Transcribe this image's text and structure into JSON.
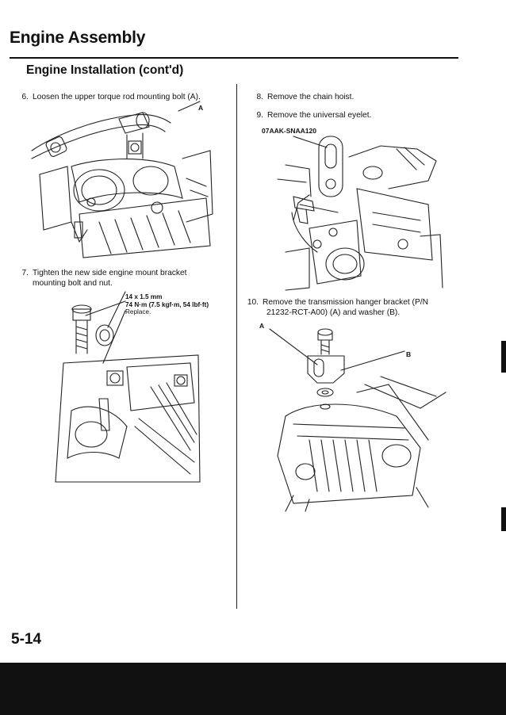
{
  "header": {
    "title": "Engine Assembly",
    "section": "Engine Installation (cont'd)"
  },
  "steps": [
    {
      "num": "6.",
      "text": "Loosen the upper torque rod mounting bolt (A)."
    },
    {
      "num": "7.",
      "line1": "Tighten the new side engine mount bracket",
      "line2": "mounting bolt and nut."
    },
    {
      "num": "8.",
      "text": "Remove the chain hoist."
    },
    {
      "num": "9.",
      "text": "Remove the universal eyelet."
    },
    {
      "num": "10.",
      "line1": "Remove the transmission hanger bracket (P/N",
      "line2": "21232-RCT-A00) (A) and washer (B)."
    }
  ],
  "figures": {
    "fig6": {
      "callout_a": "A"
    },
    "fig7": {
      "spec_size": "14 x 1.5 mm",
      "spec_torque": "74 N·m (7.5 kgf·m, 54 lbf·ft)",
      "spec_note": "Replace."
    },
    "fig9": {
      "tool": "07AAK-SNAA120"
    },
    "fig10": {
      "callout_a": "A",
      "callout_b": "B"
    }
  },
  "page_number": "5-14"
}
